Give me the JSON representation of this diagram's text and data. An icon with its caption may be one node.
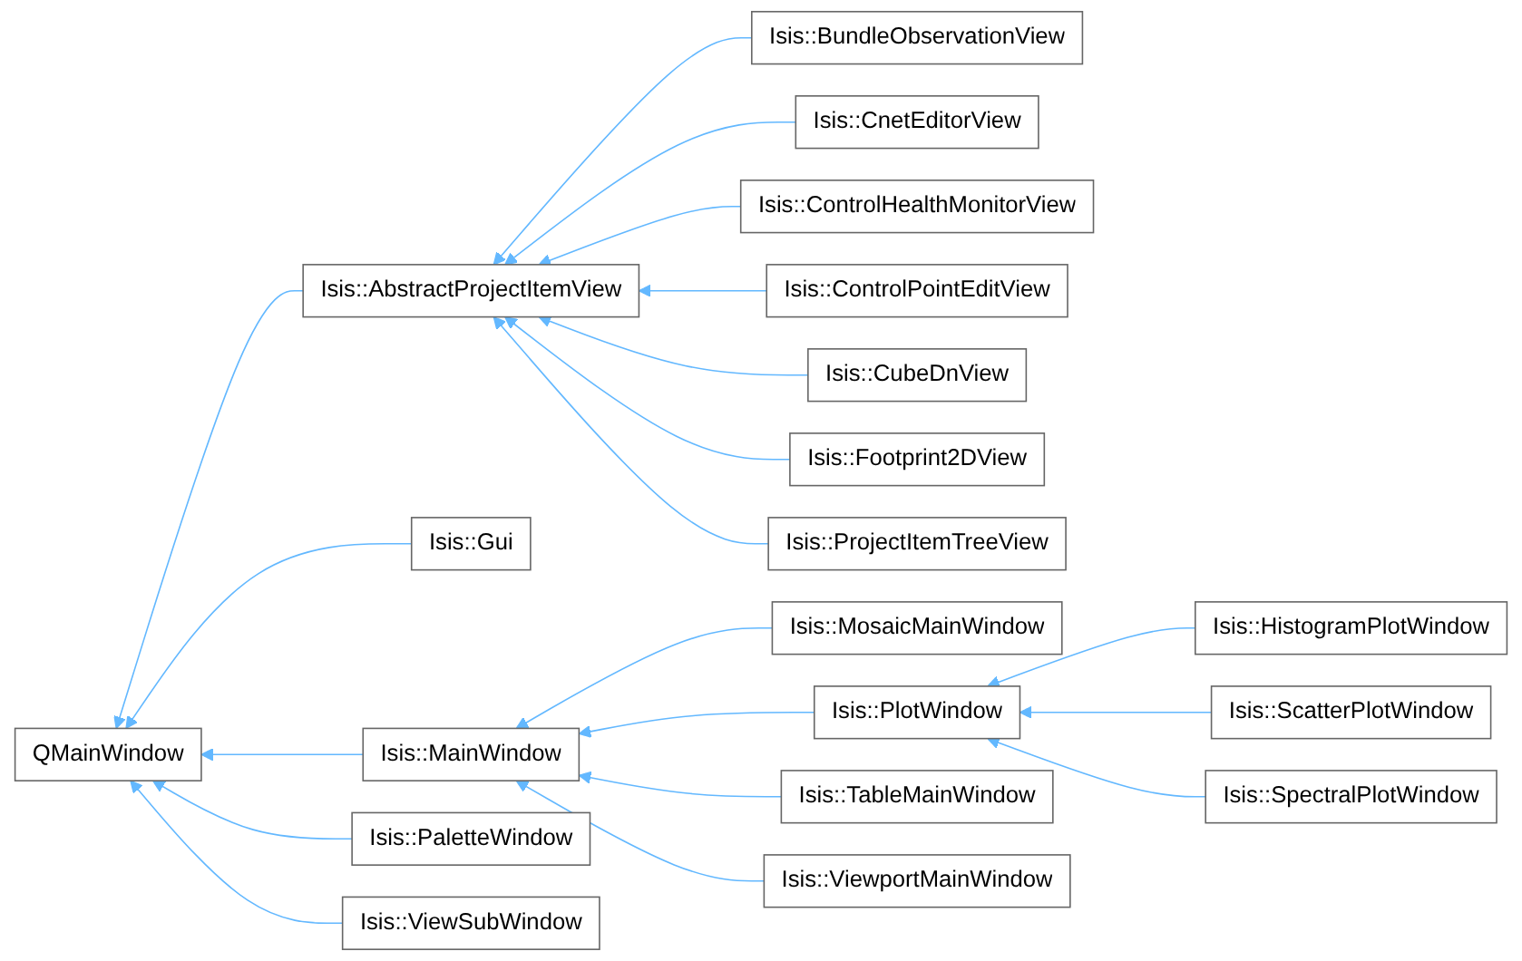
{
  "diagram": {
    "nodes": [
      {
        "text": [
          "QMainWindow"
        ]
      },
      {
        "text": [
          "Isis::AbstractProjectItemView"
        ]
      },
      {
        "text": [
          "Isis::BundleObservationView"
        ]
      },
      {
        "text": [
          "Isis::CnetEditorView"
        ]
      },
      {
        "text": [
          "Isis::ControlHealthMonitorView"
        ]
      },
      {
        "text": [
          "Isis::ControlPointEditView"
        ]
      },
      {
        "text": [
          "Isis::CubeDnView"
        ]
      },
      {
        "text": [
          "Isis::Footprint2DView"
        ]
      },
      {
        "text": [
          "Isis::ProjectItemTreeView"
        ]
      },
      {
        "text": [
          "Isis::Gui"
        ]
      },
      {
        "text": [
          "Isis::MainWindow"
        ]
      },
      {
        "text": [
          "Isis::PaletteWindow"
        ]
      },
      {
        "text": [
          "Isis::ViewSubWindow"
        ]
      },
      {
        "text": [
          "Isis::MosaicMainWindow"
        ]
      },
      {
        "text": [
          "Isis::PlotWindow"
        ]
      },
      {
        "text": [
          "Isis::TableMainWindow"
        ]
      },
      {
        "text": [
          "Isis::ViewportMainWindow"
        ]
      },
      {
        "text": [
          "Isis::HistogramPlotWindow"
        ]
      },
      {
        "text": [
          "Isis::ScatterPlotWindow"
        ]
      },
      {
        "text": [
          "Isis::SpectralPlotWindow"
        ]
      }
    ],
    "edges": [
      {
        "from": 1,
        "to": 0,
        "arrow": "to"
      },
      {
        "from": 2,
        "to": 1,
        "arrow": "to"
      },
      {
        "from": 3,
        "to": 1,
        "arrow": "to"
      },
      {
        "from": 4,
        "to": 1,
        "arrow": "to"
      },
      {
        "from": 5,
        "to": 1,
        "arrow": "to"
      },
      {
        "from": 6,
        "to": 1,
        "arrow": "to"
      },
      {
        "from": 7,
        "to": 1,
        "arrow": "to"
      },
      {
        "from": 8,
        "to": 1,
        "arrow": "to"
      },
      {
        "from": 9,
        "to": 0,
        "arrow": "to"
      },
      {
        "from": 10,
        "to": 0,
        "arrow": "to"
      },
      {
        "from": 11,
        "to": 0,
        "arrow": "to"
      },
      {
        "from": 12,
        "to": 0,
        "arrow": "to"
      },
      {
        "from": 13,
        "to": 10,
        "arrow": "to"
      },
      {
        "from": 14,
        "to": 10,
        "arrow": "to"
      },
      {
        "from": 15,
        "to": 10,
        "arrow": "to"
      },
      {
        "from": 16,
        "to": 10,
        "arrow": "to"
      },
      {
        "from": 17,
        "to": 14,
        "arrow": "to"
      },
      {
        "from": 18,
        "to": 14,
        "arrow": "to"
      },
      {
        "from": 19,
        "to": 14,
        "arrow": "to"
      }
    ]
  }
}
